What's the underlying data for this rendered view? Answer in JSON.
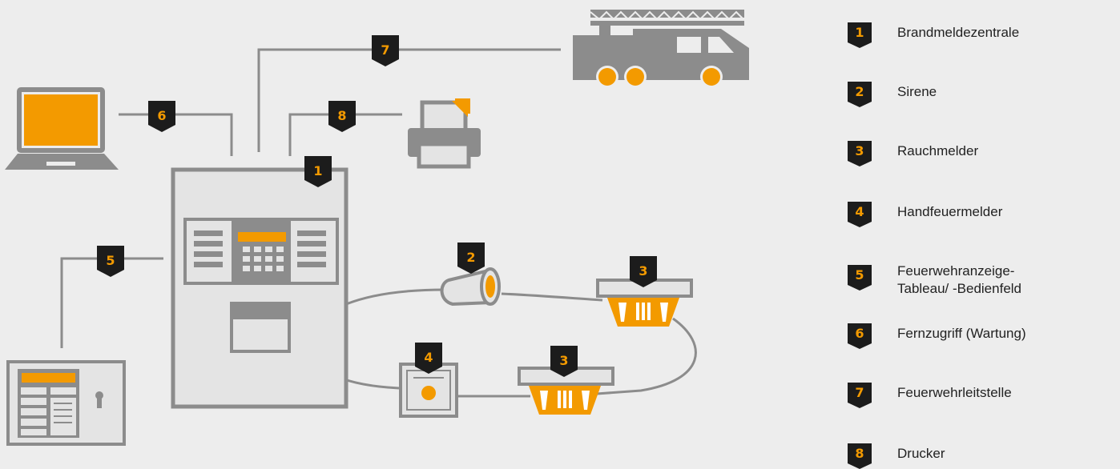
{
  "colors": {
    "background": "#ededed",
    "gray": "#8c8c8c",
    "orange": "#f39a00",
    "badge": "#1c1c1c",
    "badge_text": "#f39a00",
    "light_panel": "#e4e4e4"
  },
  "diagram": {
    "markers": {
      "fire_panel": "1",
      "siren": "2",
      "smoke_detector_top": "3",
      "smoke_detector_bottom": "3",
      "manual_call_point": "4",
      "fire_brigade_panel": "5",
      "remote_access": "6",
      "fire_dispatch": "7",
      "printer": "8"
    }
  },
  "legend": {
    "items": [
      {
        "number": "1",
        "label": "Brandmeldezentrale"
      },
      {
        "number": "2",
        "label": "Sirene"
      },
      {
        "number": "3",
        "label": "Rauchmelder"
      },
      {
        "number": "4",
        "label": "Handfeuermelder"
      },
      {
        "number": "5",
        "label": "Feuerwehranzeige-Tableau/ -Bedienfeld"
      },
      {
        "number": "6",
        "label": "Fernzugriff (Wartung)"
      },
      {
        "number": "7",
        "label": "Feuerwehrleitstelle"
      },
      {
        "number": "8",
        "label": "Drucker"
      }
    ]
  }
}
